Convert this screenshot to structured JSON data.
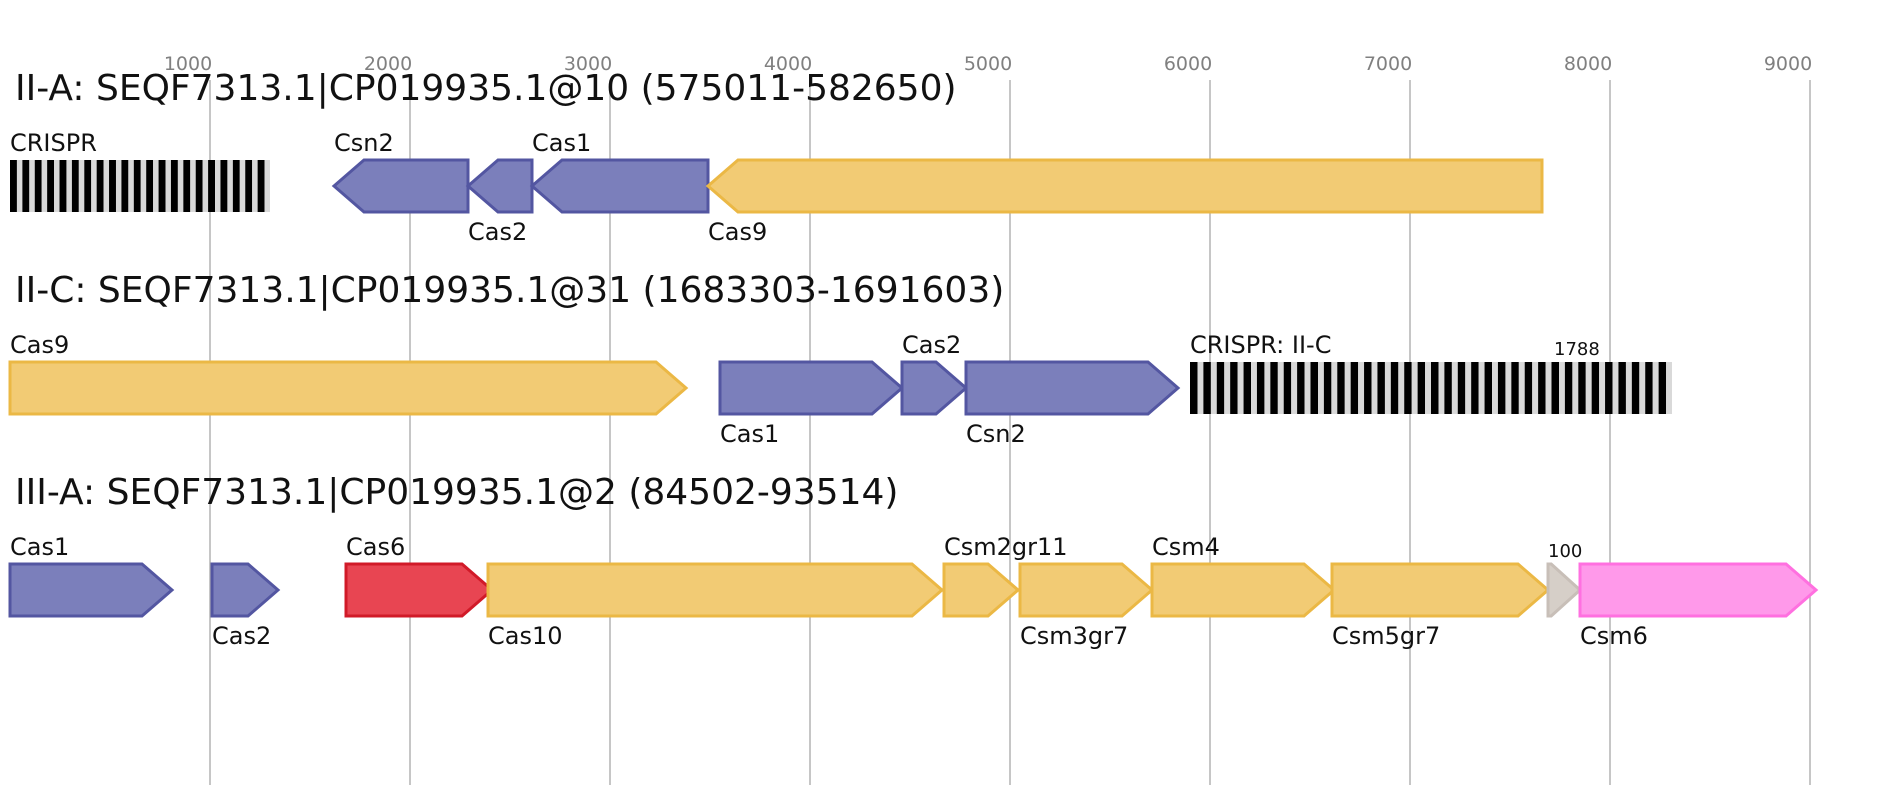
{
  "scale": {
    "ticks": [
      1000,
      2000,
      3000,
      4000,
      5000,
      6000,
      7000,
      8000,
      9000
    ],
    "domain": [
      0,
      9300
    ]
  },
  "colors": {
    "blue": {
      "fill": "#7b7fbb",
      "stroke": "#5356a1"
    },
    "orange": {
      "fill": "#f2cb74",
      "stroke": "#ebb845"
    },
    "red": {
      "fill": "#e84552",
      "stroke": "#d11a28"
    },
    "pink": {
      "fill": "#ff99ea",
      "stroke": "#ff70e0"
    },
    "gray": {
      "fill": "#d6cfc8",
      "stroke": "#c8bfb8"
    }
  },
  "tracks": [
    {
      "title": "II-A: SEQF7313.1|CP019935.1@10 (575011-582650)",
      "features": [
        {
          "label": "CRISPR",
          "kind": "crispr",
          "start": 0,
          "end": 1300,
          "label_pos": "above",
          "repeats": 21
        },
        {
          "label": "Csn2",
          "kind": "gene",
          "start": 1620,
          "end": 2290,
          "strand": "-",
          "color": "blue",
          "label_pos": "above"
        },
        {
          "label": "Cas2",
          "kind": "gene",
          "start": 2290,
          "end": 2610,
          "strand": "-",
          "color": "blue",
          "label_pos": "below"
        },
        {
          "label": "Cas1",
          "kind": "gene",
          "start": 2610,
          "end": 3490,
          "strand": "-",
          "color": "blue",
          "label_pos": "above"
        },
        {
          "label": "Cas9",
          "kind": "gene",
          "start": 3490,
          "end": 7660,
          "strand": "-",
          "color": "orange",
          "label_pos": "below"
        }
      ]
    },
    {
      "title": "II-C: SEQF7313.1|CP019935.1@31 (1683303-1691603)",
      "features": [
        {
          "label": "Cas9",
          "kind": "gene",
          "start": 0,
          "end": 3380,
          "strand": "+",
          "color": "orange",
          "label_pos": "above"
        },
        {
          "label": "Cas1",
          "kind": "gene",
          "start": 3550,
          "end": 4460,
          "strand": "+",
          "color": "blue",
          "label_pos": "below"
        },
        {
          "label": "Cas2",
          "kind": "gene",
          "start": 4460,
          "end": 4780,
          "strand": "+",
          "color": "blue",
          "label_pos": "above"
        },
        {
          "label": "Csn2",
          "kind": "gene",
          "start": 4780,
          "end": 5840,
          "strand": "+",
          "color": "blue",
          "label_pos": "below"
        },
        {
          "label": "CRISPR: II-C",
          "kind": "crispr",
          "start": 5900,
          "end": 8310,
          "label_pos": "above",
          "repeats": 36,
          "note": "1788"
        }
      ]
    },
    {
      "title": "III-A: SEQF7313.1|CP019935.1@2 (84502-93514)",
      "features": [
        {
          "label": "Cas1",
          "kind": "gene",
          "start": 0,
          "end": 810,
          "strand": "+",
          "color": "blue",
          "label_pos": "above"
        },
        {
          "label": "Cas2",
          "kind": "gene",
          "start": 1010,
          "end": 1340,
          "strand": "+",
          "color": "blue",
          "label_pos": "below"
        },
        {
          "label": "Cas6",
          "kind": "gene",
          "start": 1680,
          "end": 2410,
          "strand": "+",
          "color": "red",
          "label_pos": "above"
        },
        {
          "label": "Cas10",
          "kind": "gene",
          "start": 2390,
          "end": 4660,
          "strand": "+",
          "color": "orange",
          "label_pos": "below"
        },
        {
          "label": "Csm2gr11",
          "kind": "gene",
          "start": 4670,
          "end": 5040,
          "strand": "+",
          "color": "orange",
          "label_pos": "above"
        },
        {
          "label": "Csm3gr7",
          "kind": "gene",
          "start": 5050,
          "end": 5710,
          "strand": "+",
          "color": "orange",
          "label_pos": "below"
        },
        {
          "label": "Csm4",
          "kind": "gene",
          "start": 5710,
          "end": 6620,
          "strand": "+",
          "color": "orange",
          "label_pos": "above"
        },
        {
          "label": "Csm5gr7",
          "kind": "gene",
          "start": 6610,
          "end": 7690,
          "strand": "+",
          "color": "orange",
          "label_pos": "below"
        },
        {
          "label": "",
          "kind": "gene",
          "start": 7690,
          "end": 7850,
          "strand": "+",
          "color": "gray",
          "label_pos": "none",
          "note": "100"
        },
        {
          "label": "Csm6",
          "kind": "gene",
          "start": 7850,
          "end": 9030,
          "strand": "+",
          "color": "pink",
          "label_pos": "below"
        }
      ]
    }
  ]
}
